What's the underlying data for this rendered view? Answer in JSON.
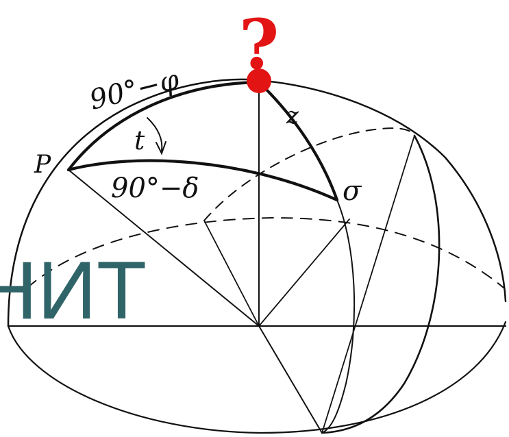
{
  "labels": {
    "question": "?",
    "pole": "P",
    "arc_colatitude": "90°−φ",
    "arc_codeclination": "90°−δ",
    "hour_angle": "t",
    "zenith_distance": "z",
    "star": "σ"
  },
  "overlay_text": "НИТ",
  "colors": {
    "line": "#111111",
    "zenith_dot": "#e31414",
    "question_mark": "#e31414",
    "overlay_text": "#2f6468"
  }
}
